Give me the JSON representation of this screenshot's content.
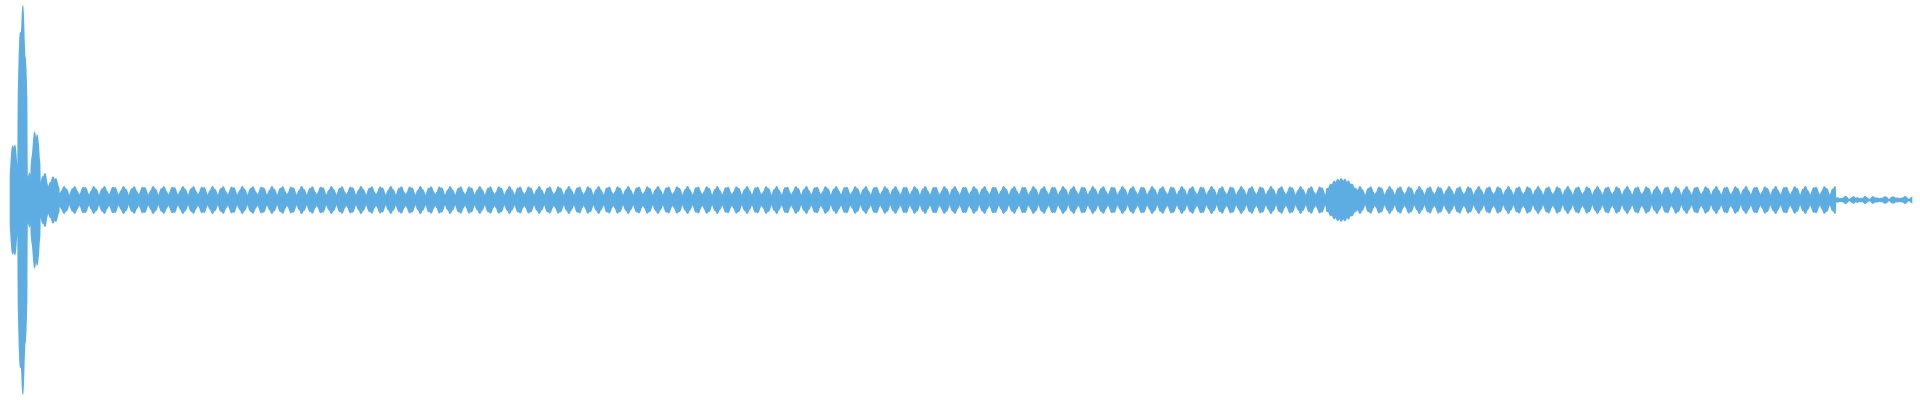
{
  "waveform": {
    "color": "#5dade2",
    "background": "#ffffff",
    "envelope": {
      "duration": 1.0,
      "baseline_level": 0.07,
      "segments": [
        {
          "start": 0.0,
          "end": 0.004,
          "level": 0.3
        },
        {
          "start": 0.004,
          "end": 0.009,
          "level": 1.0
        },
        {
          "start": 0.009,
          "end": 0.011,
          "level": 0.15
        },
        {
          "start": 0.011,
          "end": 0.016,
          "level": 0.36
        },
        {
          "start": 0.016,
          "end": 0.02,
          "level": 0.14
        },
        {
          "start": 0.02,
          "end": 0.026,
          "level": 0.12
        },
        {
          "start": 0.692,
          "end": 0.708,
          "level": 0.11
        },
        {
          "start": 0.96,
          "end": 1.0,
          "level": 0.02
        }
      ],
      "pulse_period": 0.0052
    }
  }
}
